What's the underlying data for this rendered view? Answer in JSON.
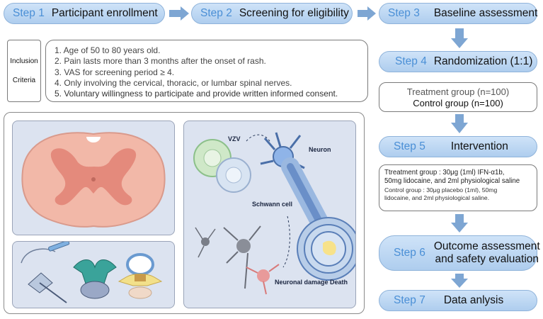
{
  "steps": [
    {
      "num": "Step 1",
      "title": "Participant enrollment"
    },
    {
      "num": "Step 2",
      "title": "Screening for eligibility"
    },
    {
      "num": "Step 3",
      "title": "Baseline assessment"
    },
    {
      "num": "Step 4",
      "title": "Randomization (1:1)"
    },
    {
      "num": "Step 5",
      "title": "Intervention"
    },
    {
      "num": "Step 6",
      "title_line1": "Outcome assessment",
      "title_line2": "and safety evaluation"
    },
    {
      "num": "Step 7",
      "title": "Data anlysis"
    }
  ],
  "inclusion": {
    "label_line1": "Inclusion",
    "label_line2": "Criteria",
    "items": [
      "1. Age of 50 to 80 years old.",
      "2. Pain lasts more than 3 months after the onset of rash.",
      "3. VAS for screening period ≥ 4.",
      "4. Only involving the cervical, thoracic, or lumbar spinal nerves.",
      "5. Voluntary willingness to participate and provide written informed consent."
    ]
  },
  "groups": {
    "treatment": "Treatment group (n=100)",
    "control": "Control group (n=100)"
  },
  "intervention": {
    "treatment_line1": "Ttreatment group : 30μg (1ml) IFN-α1b,",
    "treatment_line2": "50mg lidocaine, and 2ml physiological saline",
    "control_line1": "Control group :  30μg placebo (1ml), 50mg",
    "control_line2": "lidocaine, and 2ml physiological saline."
  },
  "illustration": {
    "vzv": "VZV",
    "neuron": "Neuron",
    "schwann": "Schwann cell",
    "damage": "Neuronal damage Death"
  },
  "colors": {
    "step_fill": "#aecdee",
    "step_number": "#4a8fd6",
    "arrow": "#7ea6d3",
    "panel_bg": "#dce3f0",
    "cord_outer": "#f2b8a8",
    "cord_inner": "#e48a7c"
  }
}
